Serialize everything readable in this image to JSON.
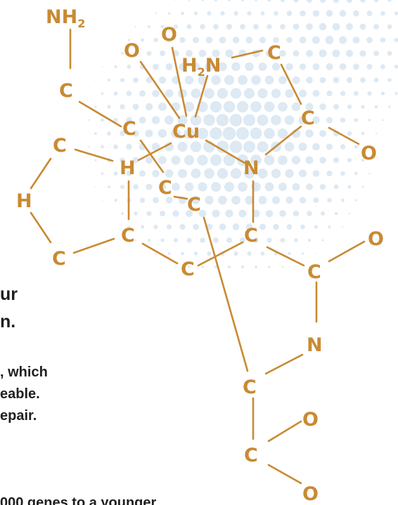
{
  "colors": {
    "molecule": "#c98a33",
    "pattern": "#d2e2ef",
    "text": "#1f1f1f"
  },
  "molecule": {
    "atoms": {
      "nh2": "NH",
      "nh2_sub": "2",
      "o_top_left": "O",
      "o_top": "O",
      "h2n_h": "H",
      "h2n_sub": "2",
      "h2n_n": "N",
      "c_top_right": "C",
      "c_left_upper": "C",
      "c_mid_upper": "C",
      "cu": "Cu",
      "c_right_upper": "C",
      "o_right_upper": "O",
      "c_ring_top": "C",
      "h_ring_center": "H",
      "n_center": "N",
      "h_ring_left": "H",
      "c_mid_1": "C",
      "c_mid_2": "C",
      "c_ring_right": "C",
      "c_center_right": "C",
      "o_right_mid": "O",
      "c_ring_bottom": "C",
      "c_lower_mid": "C",
      "c_right_lower": "C",
      "n_right_lower": "N",
      "c_bottom_center": "C",
      "o_bottom_right_1": "O",
      "c_bottom": "C",
      "o_bottom_right_2": "O"
    }
  },
  "text": {
    "headline_1": "ur",
    "headline_2": "n.",
    "para_1": ", which",
    "para_2": "eable.",
    "para_3": "epair.",
    "para_4": "000 genes to a younger"
  }
}
